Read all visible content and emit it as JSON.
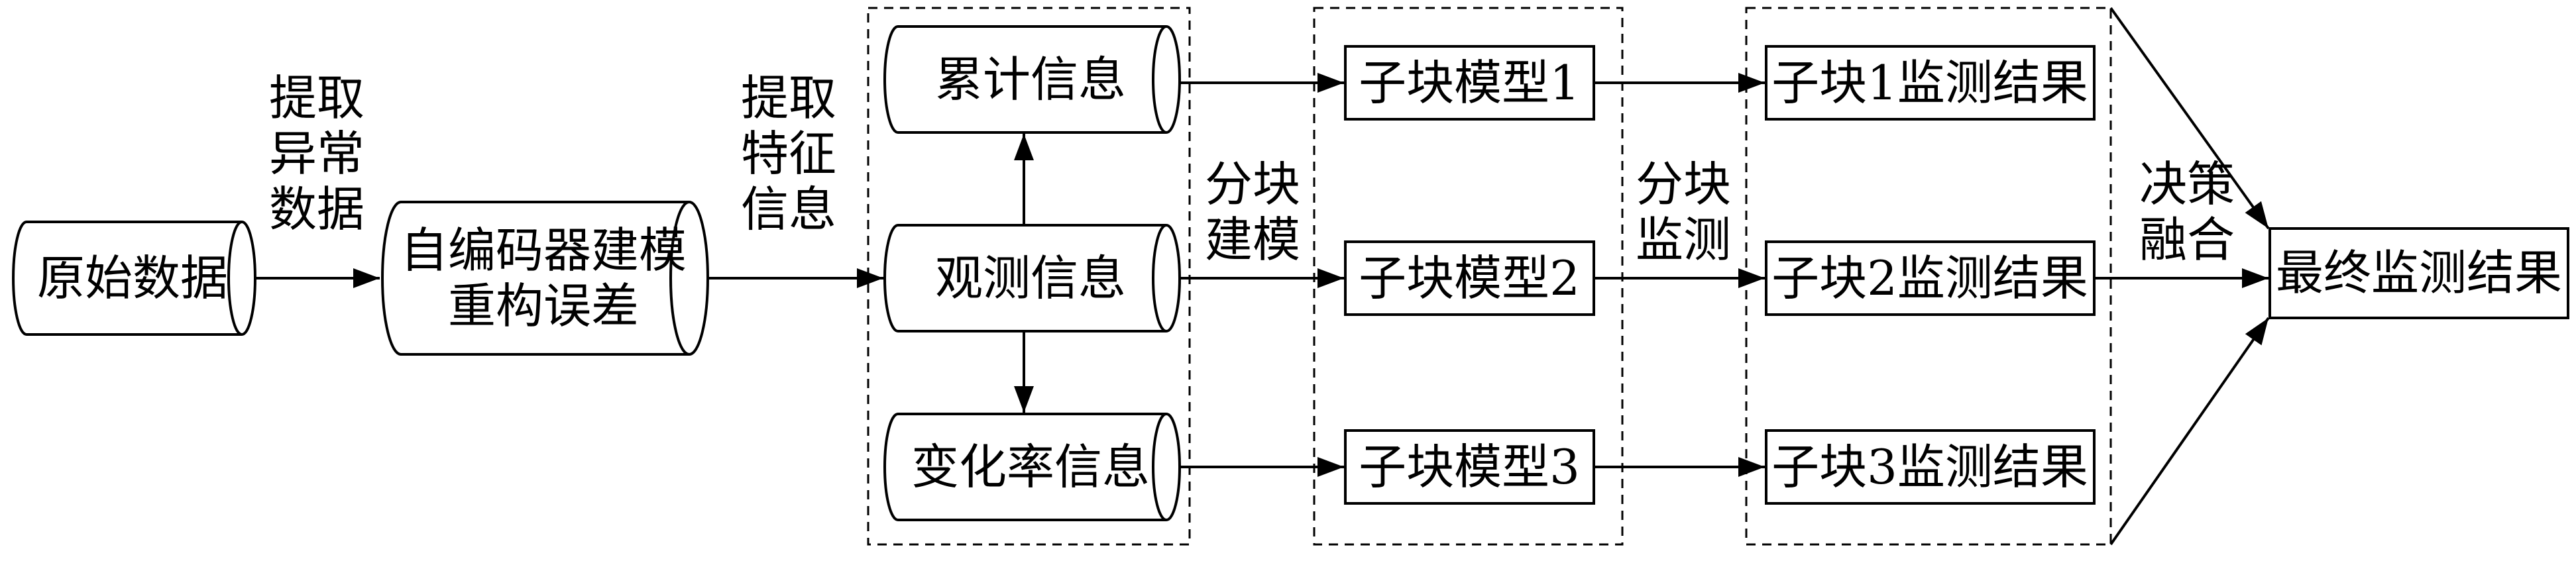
{
  "colors": {
    "stroke": "#000000",
    "background": "#ffffff"
  },
  "nodes": {
    "raw_data": "原始数据",
    "autoencoder_line1": "自编码器建模",
    "autoencoder_line2": "重构误差",
    "cumulative_info": "累计信息",
    "observed_info": "观测信息",
    "rate_info": "变化率信息",
    "submodel_1": "子块模型1",
    "submodel_2": "子块模型2",
    "submodel_3": "子块模型3",
    "result_1": "子块1监测结果",
    "result_2": "子块2监测结果",
    "result_3": "子块3监测结果",
    "final_result": "最终监测结果"
  },
  "edge_labels": {
    "extract_anomaly": [
      "提取",
      "异常",
      "数据"
    ],
    "extract_feature": [
      "提取",
      "特征",
      "信息"
    ],
    "block_modeling": [
      "分块",
      "建模"
    ],
    "block_monitoring": [
      "分块",
      "监测"
    ],
    "decision_fusion": [
      "决策",
      "融合"
    ]
  }
}
